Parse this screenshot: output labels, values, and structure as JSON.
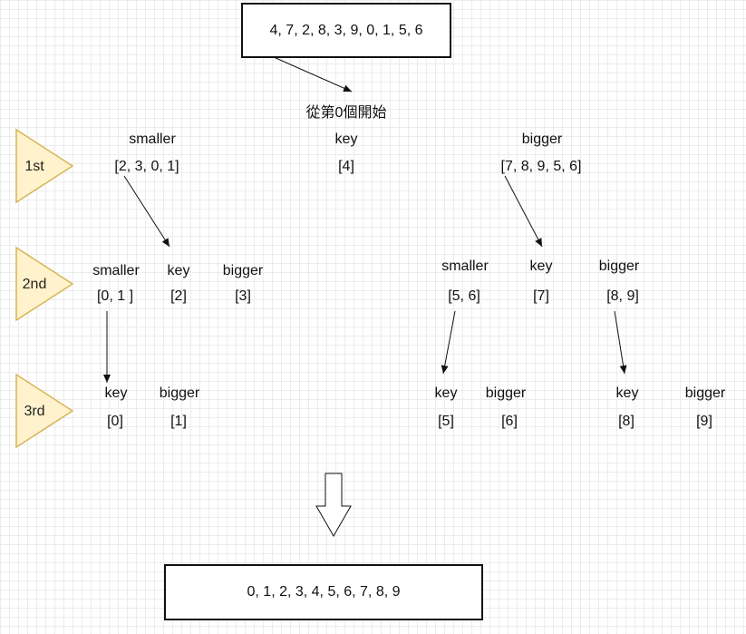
{
  "input_box": "4, 7, 2, 8, 3, 9, 0, 1, 5, 6",
  "start_note": "從第0個開始",
  "output_box": "0, 1, 2, 3, 4, 5, 6, 7, 8, 9",
  "stages": [
    "1st",
    "2nd",
    "3rd"
  ],
  "level1": {
    "smaller_title": "smaller",
    "smaller_values": "[2, 3, 0, 1]",
    "key_title": "key",
    "key_value": "[4]",
    "bigger_title": "bigger",
    "bigger_values": "[7, 8, 9, 5, 6]"
  },
  "level2_left": {
    "smaller_title": "smaller",
    "smaller_values": "[0, 1 ]",
    "key_title": "key",
    "key_value": "[2]",
    "bigger_title": "bigger",
    "bigger_values": "[3]"
  },
  "level2_right": {
    "smaller_title": "smaller",
    "smaller_values": "[5, 6]",
    "key_title": "key",
    "key_value": "[7]",
    "bigger_title": "bigger",
    "bigger_values": "[8, 9]"
  },
  "level3": [
    {
      "key_title": "key",
      "key_value": "[0]",
      "bigger_title": "bigger",
      "bigger_value": "[1]"
    },
    {
      "key_title": "key",
      "key_value": "[5]",
      "bigger_title": "bigger",
      "bigger_value": "[6]"
    },
    {
      "key_title": "key",
      "key_value": "[8]",
      "bigger_title": "bigger",
      "bigger_value": "[9]"
    }
  ],
  "colors": {
    "stage_fill": "#fff2cc",
    "stage_stroke": "#d6b656",
    "line": "#111111"
  }
}
